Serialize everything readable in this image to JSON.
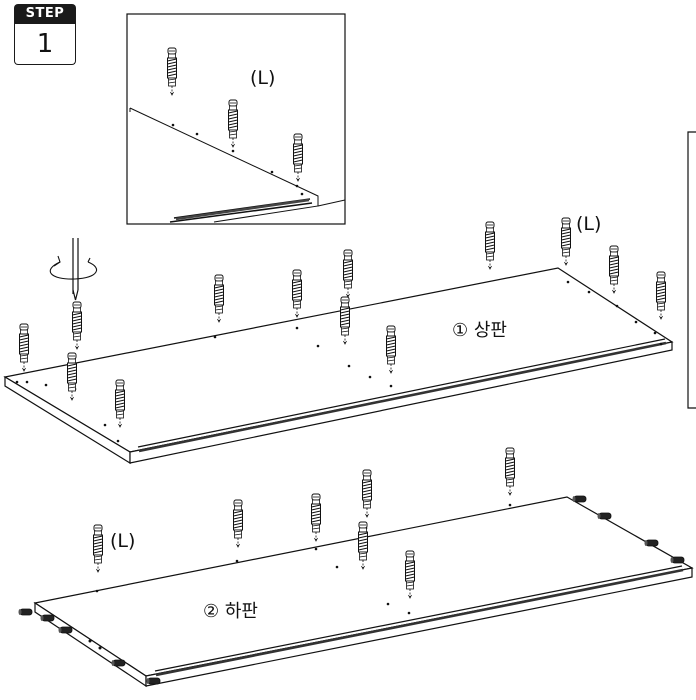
{
  "step": {
    "badge": "STEP",
    "number": "1"
  },
  "labels": {
    "inset_left": "(L)",
    "top_left": "(L)",
    "bottom_left": "(L)",
    "top_panel": "① 상판",
    "bottom_panel": "② 하판"
  }
}
